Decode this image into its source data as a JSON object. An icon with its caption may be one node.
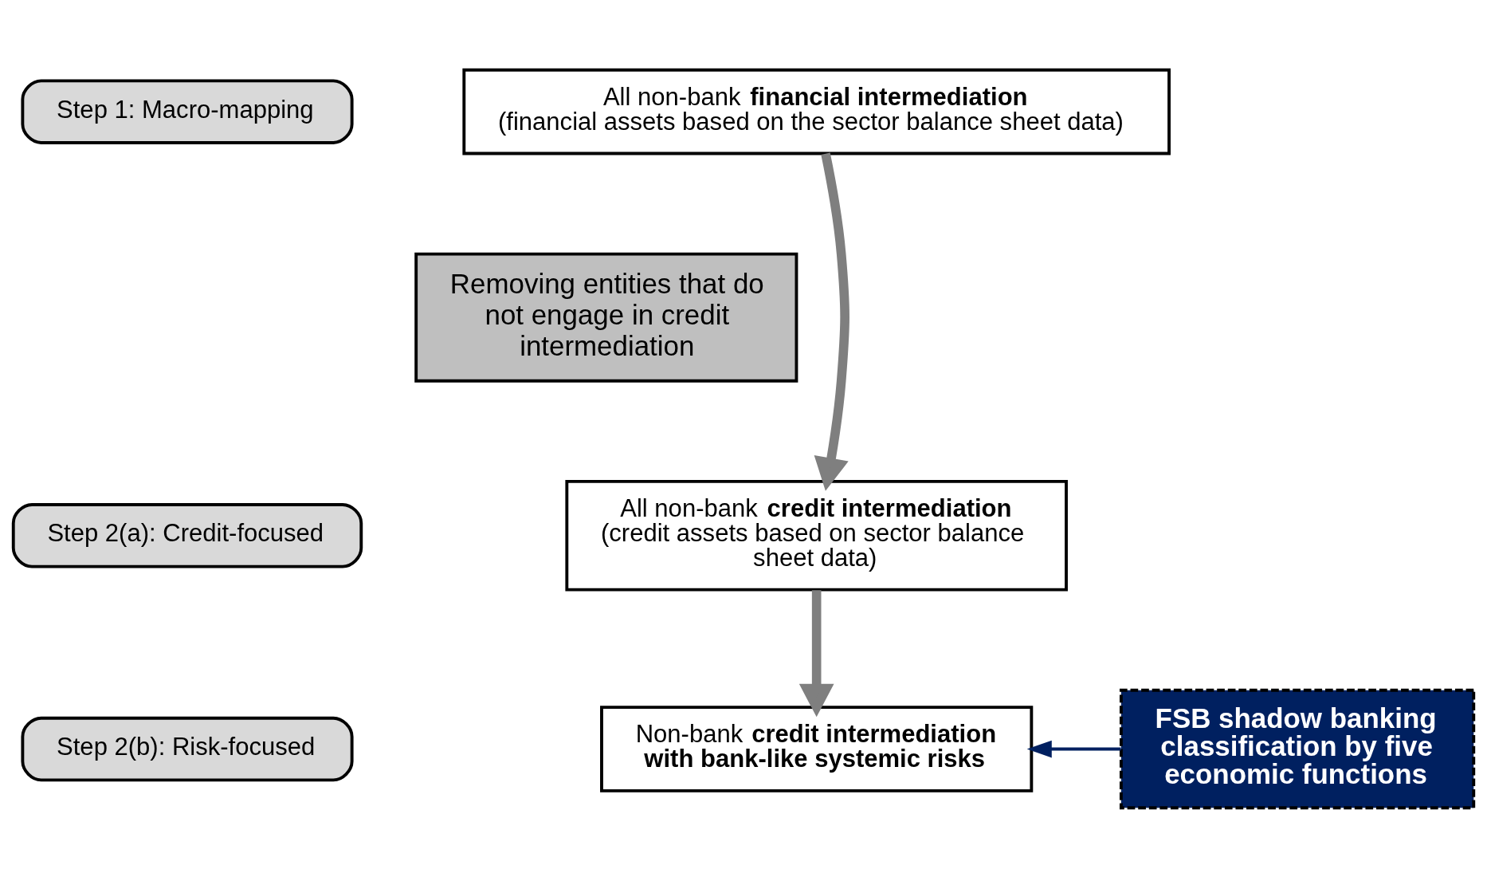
{
  "diagram": {
    "nodes": [
      {
        "text": [
          "Step 1: Macro-mapping"
        ]
      },
      {
        "text": [
          "All non-bank **financial intermediation**",
          "(financial assets based on the sector balance sheet data)"
        ]
      },
      {
        "text": [
          "Removing entities that do not engage in credit intermediation"
        ]
      },
      {
        "text": [
          "Step 2(a): Credit-focused"
        ]
      },
      {
        "text": [
          "All non-bank **credit intermediation**",
          "(credit assets based on sector balance sheet data)"
        ]
      },
      {
        "text": [
          "Step 2(b): Risk-focused"
        ]
      },
      {
        "text": [
          "Non-bank **credit intermediation with bank-like systemic risks**"
        ]
      },
      {
        "text": [
          "FSB shadow banking classification by five economic functions"
        ]
      }
    ],
    "edges": [
      {
        "from": 1,
        "to": 4,
        "arrow": "to"
      },
      {
        "from": 4,
        "to": 6,
        "arrow": "to"
      },
      {
        "from": 7,
        "to": 6,
        "arrow": "to",
        "color": "#002060"
      }
    ]
  }
}
